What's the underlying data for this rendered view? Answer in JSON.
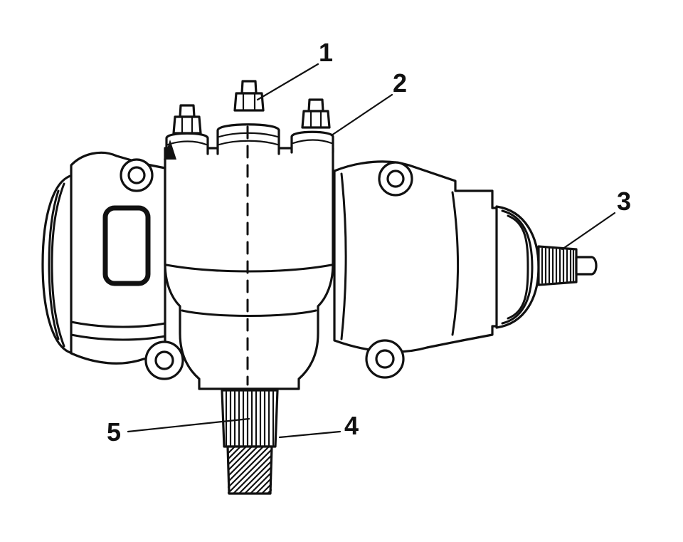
{
  "colors": {
    "ink": "#111111",
    "paper": "#ffffff"
  },
  "callouts": {
    "c1": {
      "label": "1"
    },
    "c2": {
      "label": "2"
    },
    "c3": {
      "label": "3"
    },
    "c4": {
      "label": "4"
    },
    "c5": {
      "label": "5"
    }
  }
}
